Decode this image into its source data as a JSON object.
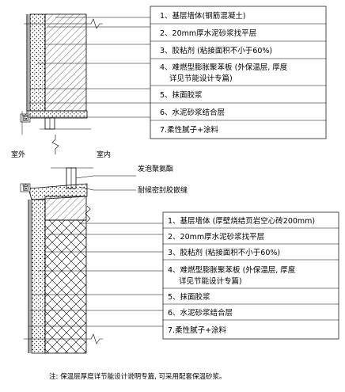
{
  "upper_legend": [
    "1、基层墙体(钢筋混凝土)",
    "2、20mm厚水泥砂浆找平层",
    "3、胶粘剂 (粘接面积不小于60%)",
    "4、难燃型膨胀聚苯板 (外保温层, 厚度",
    "详见节能设计专篇)",
    "5、抹面胶浆",
    "6、水泥砂浆结合层",
    "7.柔性腻子+涂料"
  ],
  "lower_legend": [
    "1、基层墙体 (厚壁烧结页岩空心砖200mm)",
    "2、20mm厚水泥砂浆找平层",
    "3、胶粘剂 (粘接面积不小于60%)",
    "4、难燃型膨胀聚苯板 (外保温层, 厚度",
    "详见节能设计专篇)",
    "5、抹面胶浆",
    "6、水泥砂浆结合层",
    "7.柔性腻子+涂料"
  ],
  "side_labels": {
    "exterior": "室外",
    "interior": "室内",
    "foam": "发泡聚氨酯",
    "sealant": "耐候密封胶嵌缝",
    "window_mark": "窗"
  },
  "note": "注: 保温层厚度详节能设计说明专篇, 可采用配套保温砂浆。"
}
